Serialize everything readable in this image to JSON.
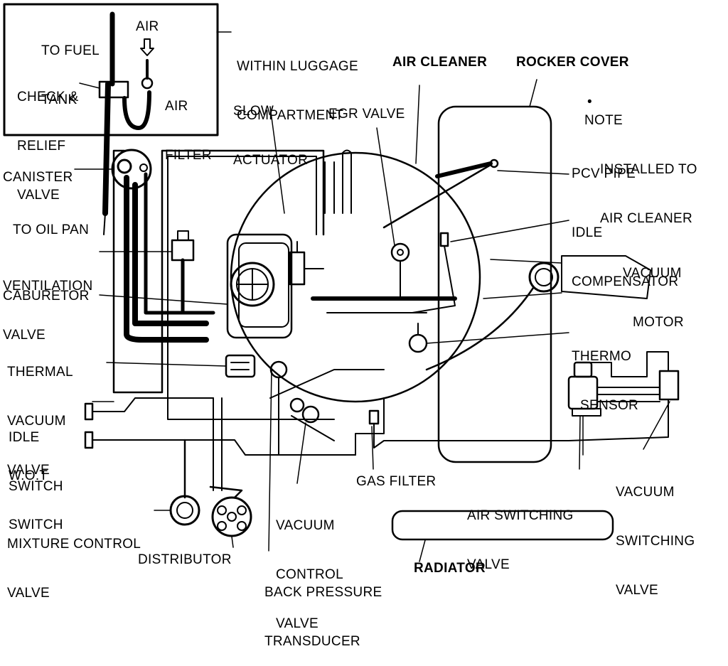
{
  "labels": {
    "to_fuel_tank": [
      "TO FUEL",
      "TANK"
    ],
    "air": "AIR",
    "check_relief_valve": [
      "CHECK &",
      "RELIEF",
      "VALVE"
    ],
    "air_filter": [
      "AIR",
      "FILTER"
    ],
    "within_luggage": [
      "WITHIN LUGGAGE",
      "COMPARTMENT"
    ],
    "slow_actuator": [
      "SLOW",
      "ACTUATOR"
    ],
    "air_cleaner": "AIR CLEANER",
    "rocker_cover": "ROCKER COVER",
    "note": [
      "NOTE",
      "INSTALLED TO",
      "AIR CLEANER"
    ],
    "egr_valve": "EGR VALVE",
    "canister": "CANISTER",
    "pcv_pipe": "PCV PIPE",
    "idle_compensator": [
      "IDLE",
      "COMPENSATOR"
    ],
    "to_oil_pan": "TO OIL PAN",
    "ventilation_valve": [
      "VENTILATION",
      "VALVE"
    ],
    "vacuum_motor": [
      "VACUUM",
      "MOTOR"
    ],
    "caburetor": "CABURETOR",
    "thermal_vacuum_valve": [
      "THERMAL",
      "VACUUM",
      "VALVE"
    ],
    "thermo_sensor": [
      "THERMO",
      "SENSOR"
    ],
    "idle_switch": [
      "IDLE",
      "SWITCH"
    ],
    "wot_switch": [
      "W.O.T",
      "SWITCH"
    ],
    "gas_filter": "GAS FILTER",
    "air_switching_valve": [
      "AIR SWITCHING",
      "VALVE"
    ],
    "vacuum_switching_valve": [
      "VACUUM",
      "SWITCHING",
      "VALVE"
    ],
    "vacuum_control_valve": [
      "VACUUM",
      "CONTROL",
      "VALVE"
    ],
    "mixture_control_valve": [
      "MIXTURE CONTROL",
      "VALVE"
    ],
    "distributor": "DISTRIBUTOR",
    "back_pressure_transducer": [
      "BACK PRESSURE",
      "TRANSDUCER"
    ],
    "radiator": "RADIATOR"
  },
  "note_marker": "•"
}
